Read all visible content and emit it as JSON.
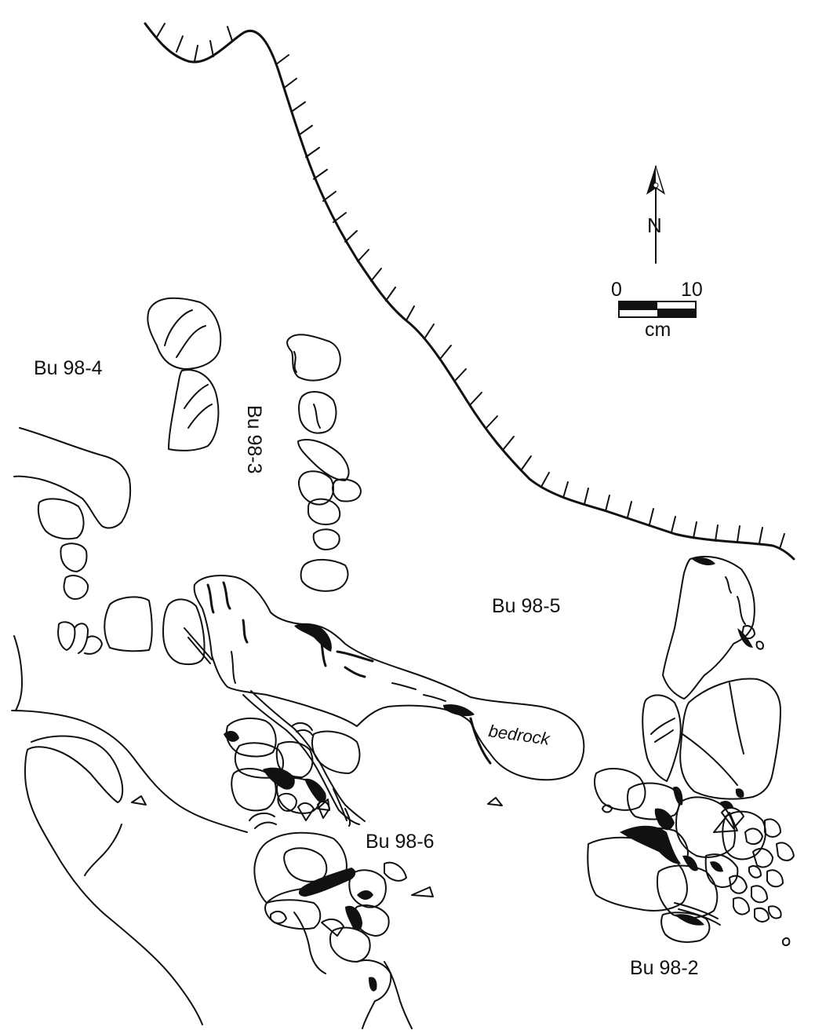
{
  "map": {
    "labels": {
      "bu_98_4": "Bu 98-4",
      "bu_98_3": "Bu 98-3",
      "bu_98_5": "Bu 98-5",
      "bu_98_6": "Bu 98-6",
      "bu_98_2": "Bu 98-2",
      "bedrock": "bedrock"
    },
    "north_arrow": {
      "letter": "N"
    },
    "scale_bar": {
      "min_label": "0",
      "max_label": "10",
      "unit": "cm"
    }
  },
  "colors": {
    "ink": "#111111",
    "paper": "#ffffff"
  }
}
